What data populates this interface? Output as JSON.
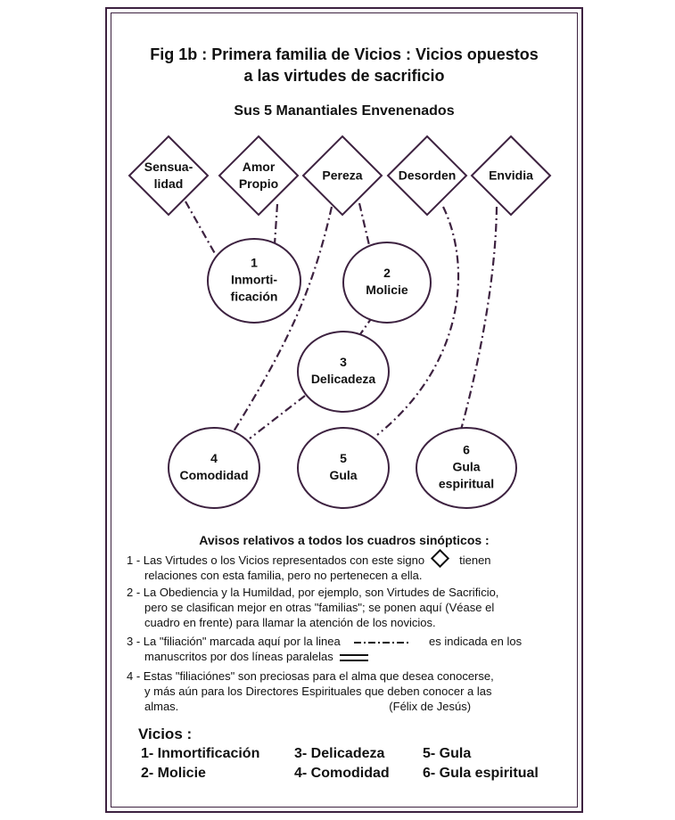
{
  "title_line1": "Fig 1b : Primera familia de Vicios : Vicios opuestos",
  "title_line2": "a las virtudes de sacrificio",
  "subtitle": "Sus 5 Manantiales Envenenados",
  "sources": [
    {
      "id": "sensualidad",
      "lines": [
        "Sensua-",
        "lidad"
      ]
    },
    {
      "id": "amor-propio",
      "lines": [
        "Amor",
        "Propio"
      ]
    },
    {
      "id": "pereza",
      "lines": [
        "Pereza"
      ]
    },
    {
      "id": "desorden",
      "lines": [
        "Desorden"
      ]
    },
    {
      "id": "envidia",
      "lines": [
        "Envidia"
      ]
    }
  ],
  "vices": [
    {
      "id": "inmortificacion",
      "lines": [
        "1",
        "Inmorti-",
        "ficación"
      ]
    },
    {
      "id": "molicie",
      "lines": [
        "2",
        "Molicie"
      ]
    },
    {
      "id": "delicadeza",
      "lines": [
        "3",
        "Delicadeza"
      ]
    },
    {
      "id": "comodidad",
      "lines": [
        "4",
        "Comodidad"
      ]
    },
    {
      "id": "gula",
      "lines": [
        "5",
        "Gula"
      ]
    },
    {
      "id": "gula-espiritual",
      "lines": [
        "6",
        "Gula",
        "espiritual"
      ]
    }
  ],
  "links": [
    {
      "from": "sensualidad",
      "to": "inmortificacion"
    },
    {
      "from": "amor-propio",
      "to": "inmortificacion"
    },
    {
      "from": "pereza",
      "to": "molicie"
    },
    {
      "from": "pereza",
      "to": "comodidad"
    },
    {
      "from": "desorden",
      "to": "gula"
    },
    {
      "from": "envidia",
      "to": "gula-espiritual"
    },
    {
      "from": "molicie",
      "to": "delicadeza"
    },
    {
      "from": "delicadeza",
      "to": "comodidad"
    }
  ],
  "notes": {
    "title": "Avisos relativos a todos los cuadros sinópticos :",
    "n1_a": "1 - Las Virtudes o los Vicios representados con este signo",
    "n1_b": "tienen",
    "n1_c": "relaciones con esta familia, pero no pertenecen a ella.",
    "n2_a": "2 - La Obediencia y la Humildad, por ejemplo, son Virtudes de Sacrificio,",
    "n2_b": "pero se clasifican mejor  en otras \"familias\"; se ponen aquí (Véase el",
    "n2_c": "cuadro en frente)  para llamar  la atención de los novicios.",
    "n3_a": "3 - La \"filiación\" marcada aquí por la linea",
    "n3_b": "es indicada en los",
    "n3_c": "manuscritos por dos líneas paralelas",
    "n4_a": "4 -  Estas \"filiaciónes\" son preciosas para el alma que desea conocerse,",
    "n4_b": "y más aún para los Directores Espirituales que deben conocer a las",
    "n4_c": "almas.",
    "n4_sig": "(Félix de Jesús)"
  },
  "vicios_list": {
    "title": "Vicios :",
    "v1": "1- Inmortificación",
    "v2": "2- Molicie",
    "v3": "3- Delicadeza",
    "v4": "4- Comodidad",
    "v5": "5- Gula",
    "v6": "6- Gula espiritual"
  },
  "colors": {
    "frame": "#3d2240",
    "node_stroke": "#3d2240",
    "link": "#3d2240",
    "text": "#111111"
  }
}
